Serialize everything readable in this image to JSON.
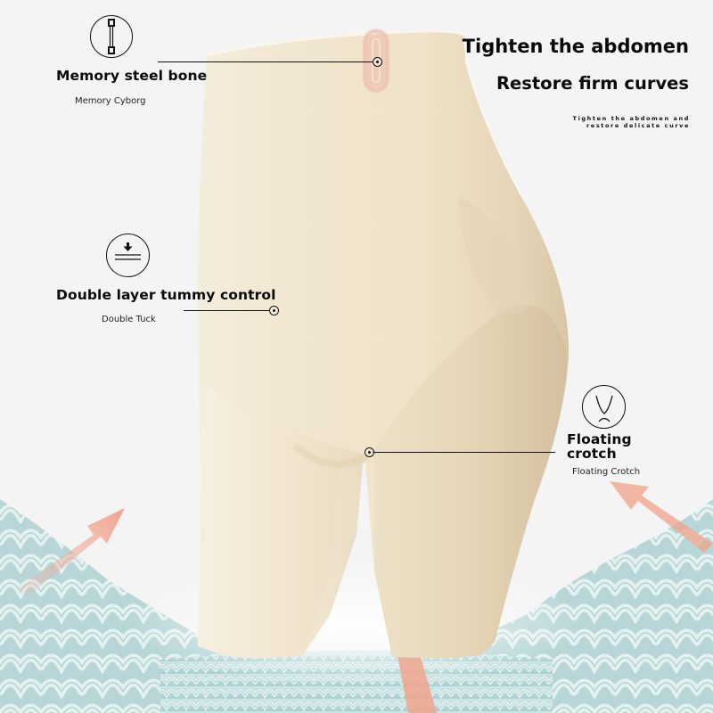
{
  "headline": {
    "line1": "Tighten the abdomen",
    "line2": "Restore firm curves",
    "tagline_line1": "Tighten the abdomen and",
    "tagline_line2": "restore delicate curve"
  },
  "features": [
    {
      "id": "memory-steel-bone",
      "icon": "steel-bone-icon",
      "title": "Memory steel bone",
      "subtitle": "Memory Cyborg"
    },
    {
      "id": "double-layer-tummy-control",
      "icon": "double-layer-arrow-icon",
      "title": "Double layer tummy control",
      "subtitle": "Double Tuck"
    },
    {
      "id": "floating-crotch",
      "icon": "floating-crotch-icon",
      "title_line1": "Floating",
      "title_line2": "crotch",
      "subtitle": "Floating Crotch"
    }
  ],
  "colors": {
    "background": "#f4f4f4",
    "garment": "#efe3cc",
    "garment_shadow": "#d9c9ab",
    "fabric_knit": "#b9d8d9",
    "accent_arrow": "#f0a48c",
    "boning_highlight": "#e8a394",
    "text": "#0a0a0a"
  }
}
